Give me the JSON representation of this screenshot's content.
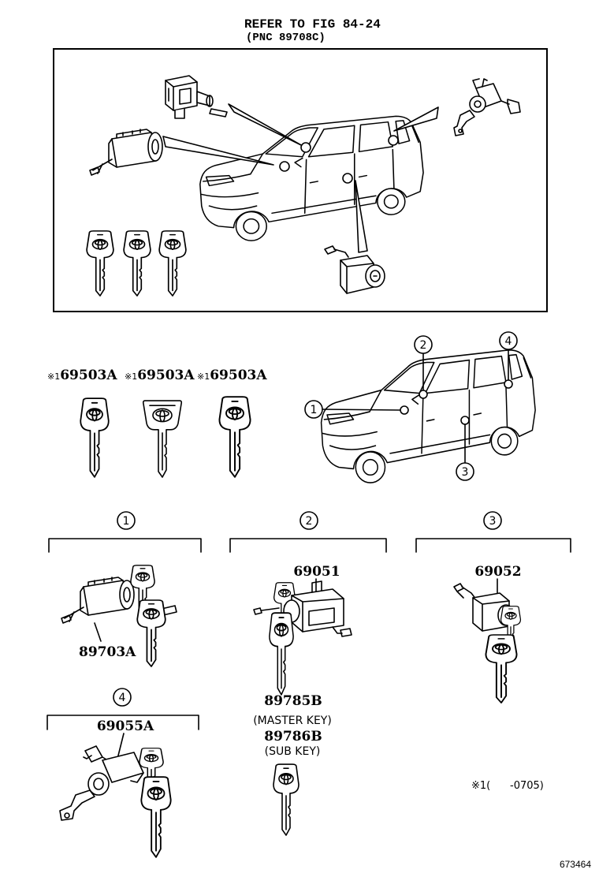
{
  "header": {
    "refer": "REFER TO FIG 84-24",
    "pnc": "(PNC 89708C)"
  },
  "key_labels": [
    {
      "mark": "※1",
      "part": "69503A"
    },
    {
      "mark": "※1",
      "part": "69503A"
    },
    {
      "mark": "※1",
      "part": "69503A"
    }
  ],
  "locations": {
    "n1": "1",
    "n2": "2",
    "n3": "3",
    "n4": "4"
  },
  "sections": {
    "s1": {
      "number": "1",
      "part": "89703A"
    },
    "s2": {
      "number": "2",
      "part": "69051"
    },
    "s3": {
      "number": "3",
      "part": "69052"
    },
    "s4": {
      "number": "4",
      "part": "69055A"
    }
  },
  "keys": {
    "master_part": "89785B",
    "master_label": "(MASTER KEY)",
    "sub_part": "89786B",
    "sub_label": "(SUB KEY)"
  },
  "footnote": "※1(      -0705)",
  "illustration_id": "673464",
  "colors": {
    "line": "#000000",
    "background": "#ffffff"
  }
}
